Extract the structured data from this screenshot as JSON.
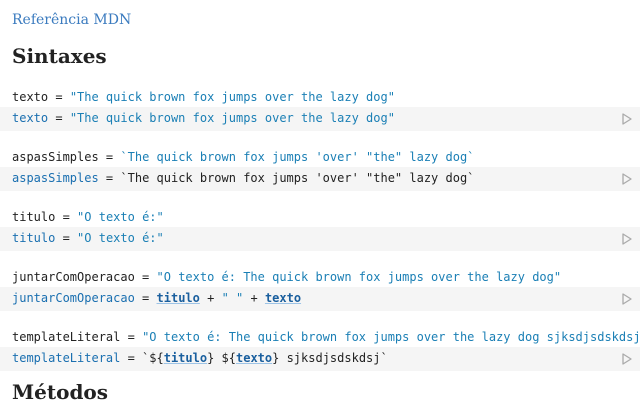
{
  "header": {
    "link": "Referência MDN"
  },
  "sections": {
    "sintaxes": "Sintaxes",
    "metodos": "Métodos"
  },
  "cells": [
    {
      "out_name": "texto",
      "out_value": "\"The quick brown fox jumps over the lazy dog\"",
      "code_var": "texto",
      "code_value": "\"The quick brown fox jumps over the lazy dog\""
    },
    {
      "out_name": "aspasSimples",
      "out_value": "`The quick brown fox jumps 'over' \"the\" lazy dog`",
      "code_var": "aspasSimples",
      "code_value": "`The quick brown fox jumps 'over' \"the\" lazy dog`"
    },
    {
      "out_name": "titulo",
      "out_value": "\"O texto é:\"",
      "code_var": "titulo",
      "code_value": "\"O texto é:\""
    },
    {
      "out_name": "juntarComOperacao",
      "out_value": "\"O texto é: The quick brown fox jumps over the lazy dog\"",
      "code_var": "juntarComOperacao",
      "code_ref1": "titulo",
      "code_mid": "\" \"",
      "code_ref2": "texto"
    },
    {
      "out_name": "templateLiteral",
      "out_value": "\"O texto é: The quick brown fox jumps over the lazy dog sjksdjsdskdsj\"",
      "code_var": "templateLiteral",
      "code_ref1": "titulo",
      "code_ref2": "texto",
      "code_tail": "sjksdjsdskdsj`"
    }
  ],
  "icons": {
    "run": "play-triangle-icon"
  },
  "colors": {
    "string": "#1a7fb5",
    "cell_bg": "#f5f5f5",
    "link": "#3b7bbf"
  }
}
